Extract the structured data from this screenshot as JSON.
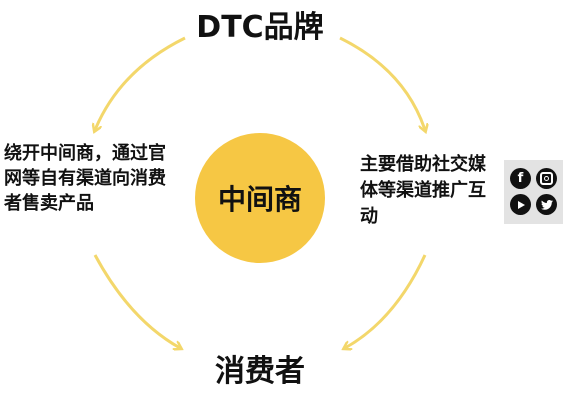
{
  "diagram": {
    "top_label": "DTC品牌",
    "bottom_label": "消费者",
    "center_label": "中间商",
    "left_text": "绕开中间商，通过官网等自有渠道向消费者售卖产品",
    "right_text": "主要借助社交媒体等渠道推广互动",
    "accent_color": "#f6c744",
    "arrow_color": "#f3d76b"
  },
  "social_icons": [
    "facebook-icon",
    "instagram-icon",
    "youtube-icon",
    "twitter-icon"
  ]
}
